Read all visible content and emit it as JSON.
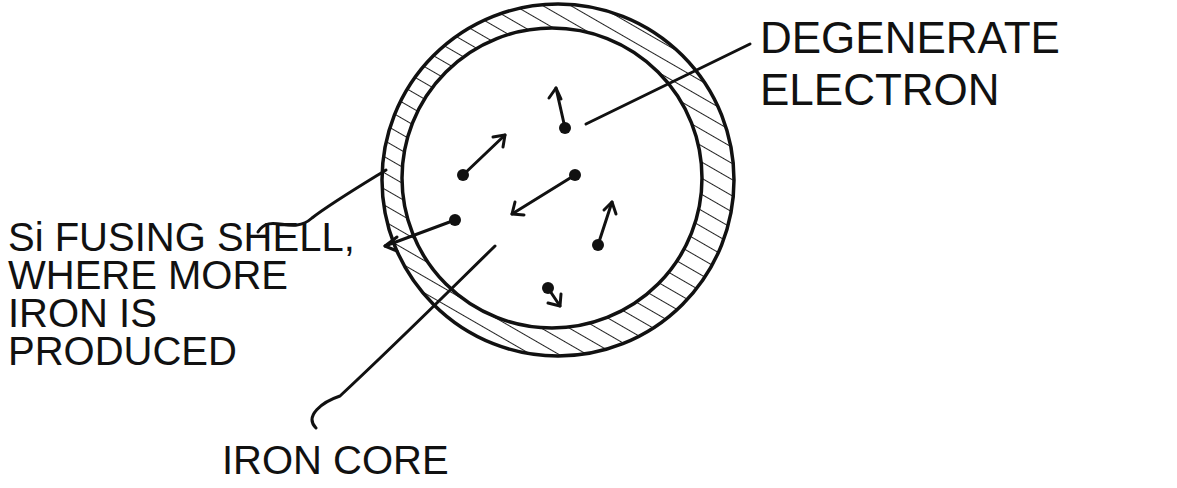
{
  "diagram": {
    "labels": [
      "DEGENERATE ELECTRON",
      "Si FUSING SHELL, WHERE MORE IRON IS PRODUCED",
      "IRON CORE"
    ]
  }
}
